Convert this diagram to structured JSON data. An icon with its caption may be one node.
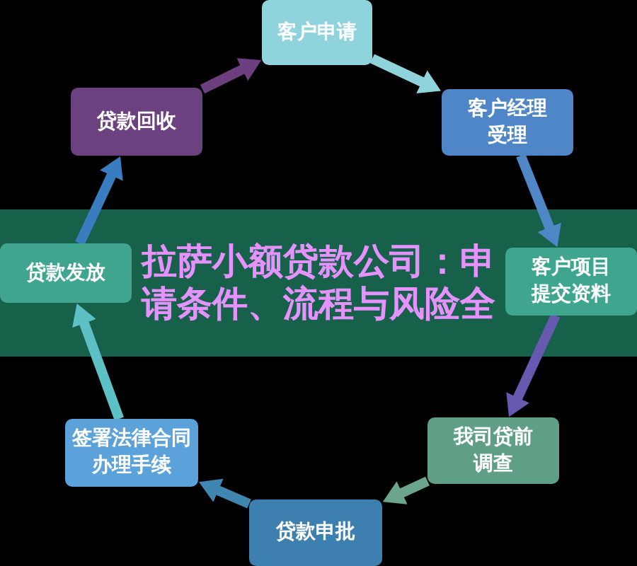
{
  "diagram": {
    "title": "拉萨小额贷款公司：申请条件、流程与风险全",
    "nodes": [
      {
        "text": [
          "客户申请"
        ]
      },
      {
        "text": [
          "客户经理受理"
        ]
      },
      {
        "text": [
          "客户项目提交资料"
        ]
      },
      {
        "text": [
          "我司贷前调查"
        ]
      },
      {
        "text": [
          "贷款申批"
        ]
      },
      {
        "text": [
          "签署法律合同办理手续"
        ]
      },
      {
        "text": [
          "贷款发放"
        ]
      },
      {
        "text": [
          "贷款回收"
        ]
      }
    ],
    "edges": [
      {
        "from": 0,
        "to": 1,
        "arrow": "to",
        "color": "#8fd3dc"
      },
      {
        "from": 1,
        "to": 2,
        "arrow": "to",
        "color": "#4f86c6"
      },
      {
        "from": 2,
        "to": 3,
        "arrow": "to",
        "color": "#6659b0"
      },
      {
        "from": 3,
        "to": 4,
        "arrow": "to",
        "color": "#6aa58c"
      },
      {
        "from": 4,
        "to": 5,
        "arrow": "to",
        "color": "#3f86b0"
      },
      {
        "from": 5,
        "to": 6,
        "arrow": "to",
        "color": "#5cc0c4"
      },
      {
        "from": 6,
        "to": 7,
        "arrow": "to",
        "color": "#3a7cc0"
      },
      {
        "from": 7,
        "to": 0,
        "arrow": "to",
        "color": "#6e3f80"
      }
    ]
  }
}
